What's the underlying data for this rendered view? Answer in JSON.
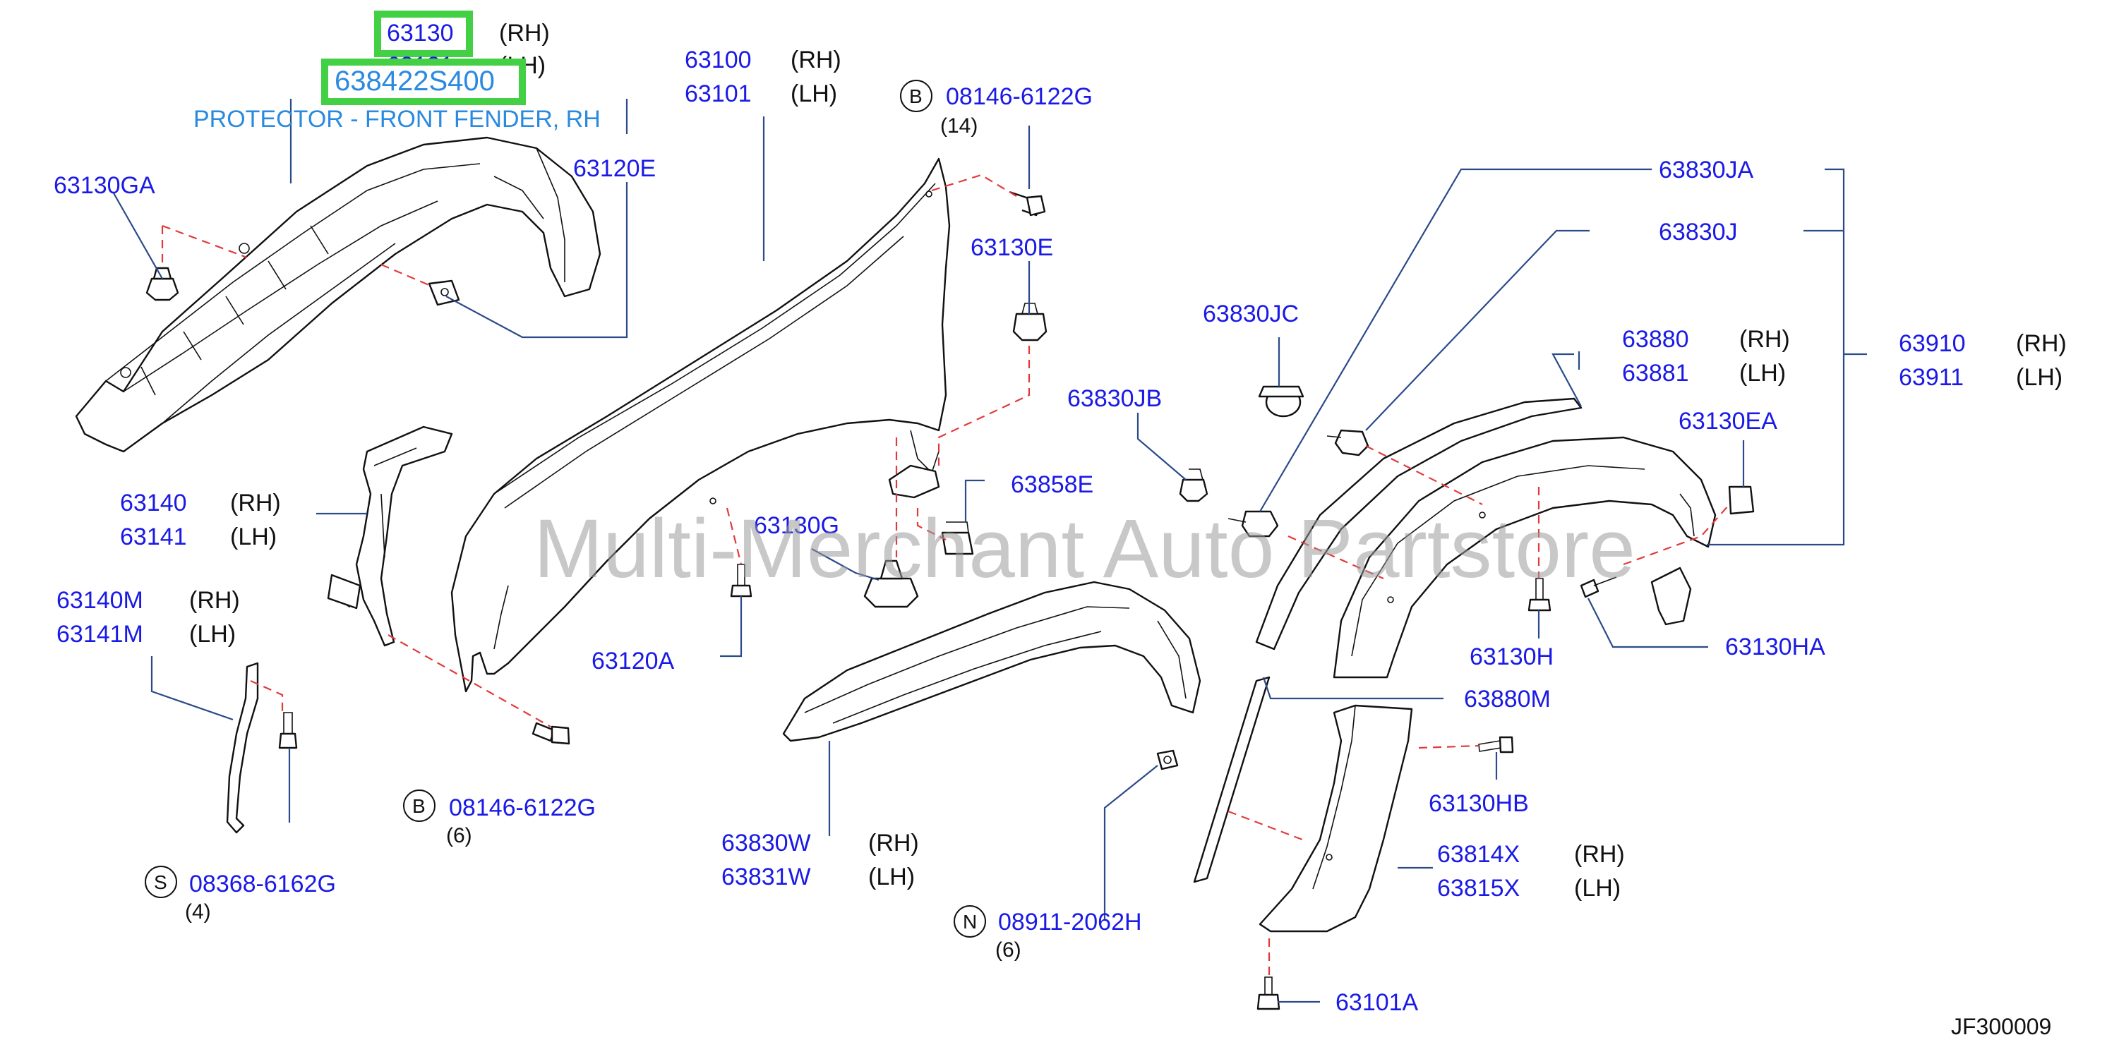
{
  "highlight": {
    "part_63130": "63130",
    "rh_suffix": "(RH)",
    "part_63131": "63131",
    "lh_suffix": "(LH)",
    "part_number": "638422S400",
    "protector_title": "PROTECTOR - FRONT FENDER, RH",
    "color": "#44d044"
  },
  "labels": {
    "p63130GA": "63130GA",
    "p63120E": "63120E",
    "p63100": "63100",
    "p63101": "63101",
    "rh": "(RH)",
    "lh": "(LH)",
    "bolt_B_top": "08146-6122G",
    "bolt_B_top_qty": "(14)",
    "p63130E": "63130E",
    "p63830JC": "63830JC",
    "p63830JB": "63830JB",
    "p63858E": "63858E",
    "p63130G": "63130G",
    "p63120A": "63120A",
    "p63140": "63140",
    "p63141": "63141",
    "p63140M": "63140M",
    "p63141M": "63141M",
    "bolt_B_bottom": "08146-6122G",
    "bolt_B_bottom_qty": "(6)",
    "screw_S": "08368-6162G",
    "screw_S_qty": "(4)",
    "p63830W": "63830W",
    "p63831W": "63831W",
    "nut_N": "08911-2062H",
    "nut_N_qty": "(6)",
    "p63830JA": "63830JA",
    "p63830J": "63830J",
    "p63880": "63880",
    "p63881": "63881",
    "p63910": "63910",
    "p63911": "63911",
    "p63130EA": "63130EA",
    "p63130H": "63130H",
    "p63130HA": "63130HA",
    "p63880M": "63880M",
    "p63130HB": "63130HB",
    "p63814X": "63814X",
    "p63815X": "63815X",
    "p63101A": "63101A",
    "circle_B": "B",
    "circle_S": "S",
    "circle_N": "N"
  },
  "watermark": "Multi-Merchant Auto Partstore",
  "diagram_code": "JF300009",
  "colors": {
    "part_number_text": "#1a1ae6",
    "leader_line": "#2a4a8a",
    "dashed_line": "#e23a3a",
    "protector_title": "#2a8ae0"
  }
}
